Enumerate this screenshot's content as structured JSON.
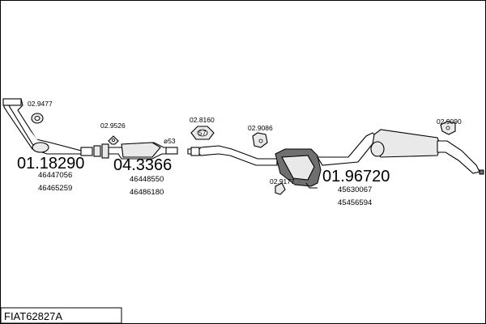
{
  "title": "FIAT62827A",
  "parts": {
    "front_pipe": {
      "number": "01.18290",
      "refs": [
        "46447056",
        "46465259"
      ]
    },
    "catalyst": {
      "number": "04.3366",
      "refs": [
        "46448550",
        "46486180"
      ]
    },
    "middle_muffler": {
      "number": "01.96720",
      "refs": [
        "45630067",
        "45456594"
      ]
    }
  },
  "fittings": [
    {
      "key": "gasket",
      "code": "02.9477"
    },
    {
      "key": "clamp_front",
      "code": "02.9526"
    },
    {
      "key": "clamp_mid",
      "code": "02.8160"
    },
    {
      "key": "hanger_mid",
      "code": "02.9086"
    },
    {
      "key": "hanger_low",
      "code": "02.9177"
    },
    {
      "key": "hanger_rear",
      "code": "02.9090"
    }
  ],
  "dims": {
    "clamp_size": "57",
    "pipe_diameter": "ø53"
  }
}
